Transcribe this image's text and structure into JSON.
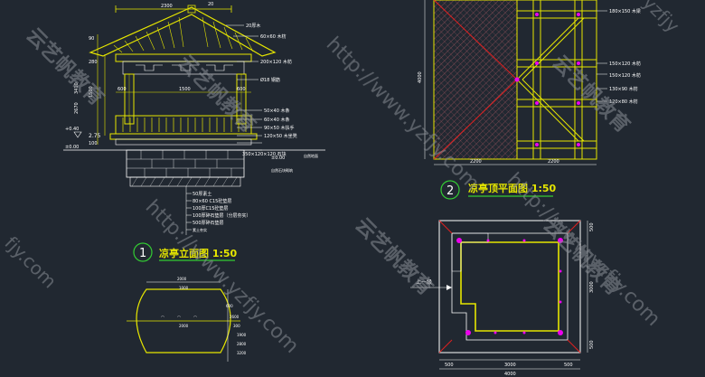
{
  "drawing": {
    "elevation_title": "凉亭立面图 1:50",
    "elevation_number": "1",
    "roof_plan_title": "凉亭顶平面图 1:50",
    "roof_plan_number": "2",
    "plan_label_up": "上一级"
  },
  "elevation": {
    "dims_top": [
      "2300",
      "20"
    ],
    "dims_left": [
      "90",
      "280",
      "1500",
      "3410",
      "2670"
    ],
    "dims_mid": [
      "600",
      "1500",
      "600"
    ],
    "level_marks": [
      "+0.40",
      "±0.00",
      "±0.00"
    ],
    "level_small": [
      "2.75",
      "100"
    ],
    "callouts": [
      "20厚木",
      "60×60 木枋",
      "200×120 木枋",
      "Ø18 钢筋",
      "50×40 木条",
      "60×40 木条",
      "90×50 木扶手",
      "120×50 木坐凳",
      "350×120×120 石块"
    ],
    "base_note": "自然石块砌筑",
    "ground_note": "自然地面",
    "foundation_callouts": [
      "50厚素土",
      "80×60 C15砼垫层",
      "100厚C15砼垫层",
      "100厚碎石垫层（分层夯实）",
      "500厚碎石垫层",
      "素土夯实"
    ]
  },
  "roof_plan": {
    "height_dim": "4000",
    "width_dims": [
      "2200",
      "2200"
    ],
    "callouts": [
      "180×150 木梁",
      "150×120 木枋",
      "150×120 木枋",
      "130×90 木枋",
      "120×80 木枋"
    ]
  },
  "floor_plan": {
    "dims_bottom": [
      "500",
      "3000",
      "500"
    ],
    "total_width": "4000",
    "dims_right": [
      "500",
      "3000",
      "500"
    ]
  },
  "bench_plan": {
    "dims": [
      "2000",
      "1000",
      "2000",
      "600",
      "2600",
      "300",
      "1900",
      "2800",
      "3200"
    ]
  },
  "watermark": {
    "site": "http://www.yzfjy.com",
    "brand": "云艺帆教育",
    "side_left": "fjy.com",
    "side_top": "yzfjy"
  },
  "colors": {
    "background": "#212831",
    "yellow": "#e6e600",
    "white": "#ffffff",
    "cyan": "#00c8d8",
    "green": "#33cc33",
    "red": "#e02020",
    "magenta": "#ee00ee"
  }
}
